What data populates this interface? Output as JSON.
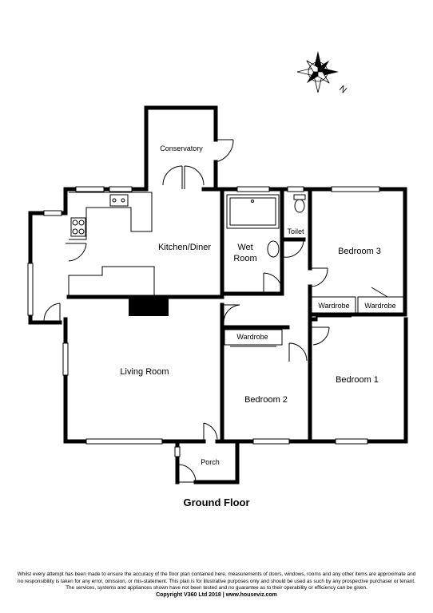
{
  "rooms": {
    "conservatory": "Conservatory",
    "kitchen_diner": "Kitchen/Diner",
    "wet_room_line1": "Wet",
    "wet_room_line2": "Room",
    "toilet": "Toilet",
    "bedroom3": "Bedroom 3",
    "wardrobe_b3_left": "Wardrobe",
    "wardrobe_b3_right": "Wardrobe",
    "wardrobe_b2": "Wardrobe",
    "living_room": "Living Room",
    "bedroom2": "Bedroom 2",
    "bedroom1": "Bedroom 1",
    "porch": "Porch"
  },
  "compass": {
    "north_letter": "N"
  },
  "floor_title": "Ground Floor",
  "disclaimer": {
    "line1": "Whilst every attempt has been made to ensure the accuracy of the floor plan contained here, measurements of doors, windows, rooms and any other items are approximate and",
    "line2": "no responsibility is taken for any error, omission, or mis-statement. This plan is for illustrative purposes only and should be used as such by any prospective purchaser or tenant.",
    "line3": "The services, systems and appliances shown have not been tested and no guarantee as to their operability or efficiency can be given.",
    "copyright": "Copyright V360 Ltd 2018 | www.houseviz.com"
  }
}
